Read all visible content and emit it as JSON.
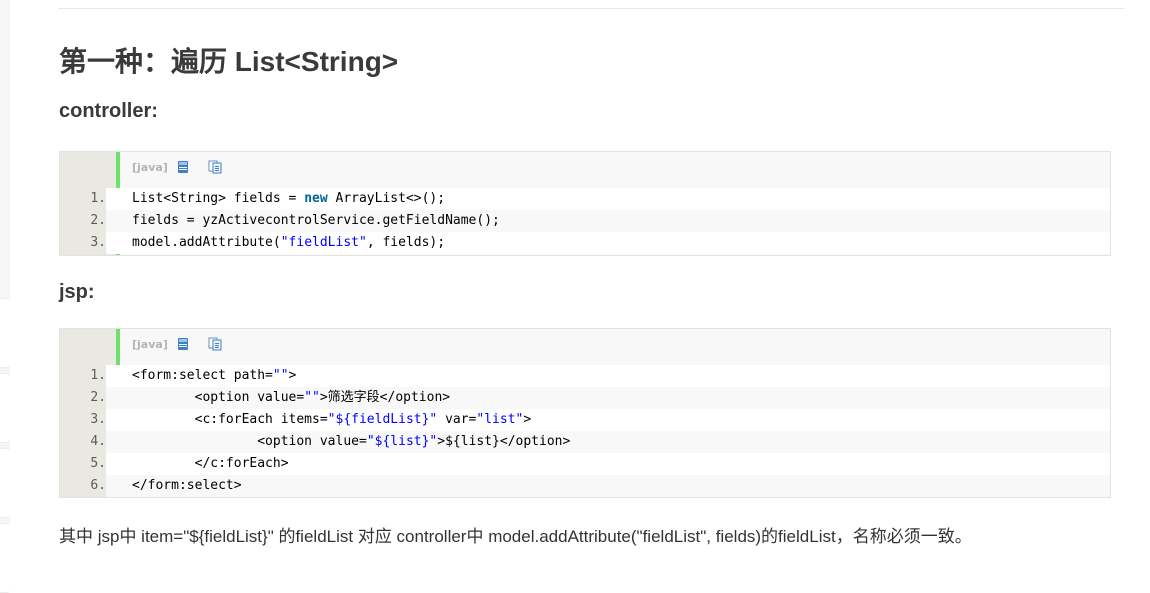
{
  "heading": "第一种：遍历 List<String>",
  "section_controller": "controller:",
  "section_jsp": "jsp:",
  "code_blocks": [
    {
      "language_label": "[java]",
      "icons": [
        "view-source-icon",
        "copy-icon"
      ],
      "lines": [
        {
          "num": "1.",
          "parts": [
            {
              "t": "List<String> fields = "
            },
            {
              "t": "new",
              "k": "kw"
            },
            {
              "t": " ArrayList<>();"
            }
          ]
        },
        {
          "num": "2.",
          "parts": [
            {
              "t": "fields = yzActivecontrolService.getFieldName();"
            }
          ]
        },
        {
          "num": "3.",
          "parts": [
            {
              "t": "model.addAttribute("
            },
            {
              "t": "\"fieldList\"",
              "k": "str"
            },
            {
              "t": ", fields);"
            }
          ]
        }
      ]
    },
    {
      "language_label": "[java]",
      "icons": [
        "view-source-icon",
        "copy-icon"
      ],
      "lines": [
        {
          "num": "1.",
          "parts": [
            {
              "t": "<form:select path="
            },
            {
              "t": "\"\"",
              "k": "str"
            },
            {
              "t": ">"
            }
          ]
        },
        {
          "num": "2.",
          "parts": [
            {
              "t": "        <option value="
            },
            {
              "t": "\"\"",
              "k": "str"
            },
            {
              "t": ">筛选字段</option>"
            }
          ]
        },
        {
          "num": "3.",
          "parts": [
            {
              "t": "        <c:forEach items="
            },
            {
              "t": "\"${fieldList}\"",
              "k": "str"
            },
            {
              "t": " var="
            },
            {
              "t": "\"list\"",
              "k": "str"
            },
            {
              "t": ">"
            }
          ]
        },
        {
          "num": "4.",
          "parts": [
            {
              "t": "                <option value="
            },
            {
              "t": "\"${list}\"",
              "k": "str"
            },
            {
              "t": ">${list}</option>"
            }
          ]
        },
        {
          "num": "5.",
          "parts": [
            {
              "t": "        </c:forEach>"
            }
          ]
        },
        {
          "num": "6.",
          "parts": [
            {
              "t": "</form:select>"
            }
          ]
        }
      ]
    }
  ],
  "explanation": "其中 jsp中 item=\"${fieldList}\" 的fieldList 对应 controller中 model.addAttribute(\"fieldList\", fields)的fieldList，名称必须一致。",
  "colors": {
    "gutter_accent": "#6ce26c",
    "keyword": "#006699",
    "string": "#0000ff"
  }
}
